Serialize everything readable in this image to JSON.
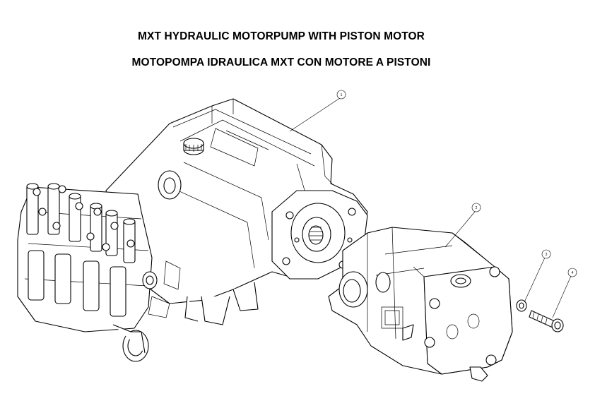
{
  "titles": {
    "english": "MXT HYDRAULIC MOTORPUMP WITH PISTON MOTOR",
    "italian": "MOTOPOMPA IDRAULICA MXT CON MOTORE A PISTONI"
  },
  "callouts": [
    "1",
    "2",
    "3",
    "4"
  ]
}
